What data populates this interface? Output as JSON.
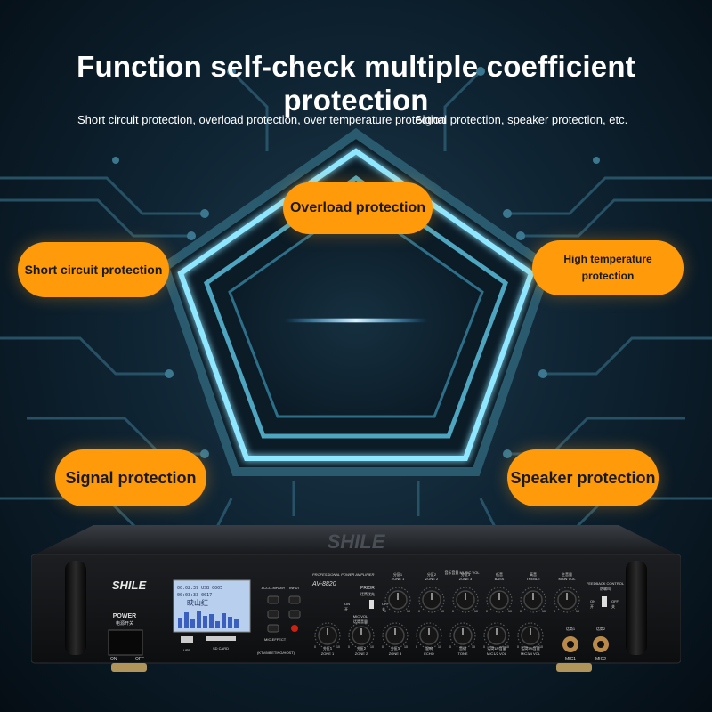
{
  "headline": "Function self-check multiple coefficient protection",
  "subtitle_left": "Short circuit protection, overload protection, over temperature protection",
  "subtitle_right": "Signal protection, speaker protection, etc.",
  "badges": {
    "overload": "Overload protection",
    "short_circuit": "Short circuit protection",
    "high_temp_line1": "High temperature",
    "high_temp_line2": "protection",
    "signal": "Signal protection",
    "speaker": "Speaker protection"
  },
  "amplifier": {
    "brand": "SHILE",
    "series": "PROFESSIONAL POWER AMPLIFIER",
    "model": "AV-8820",
    "power_label": "POWER",
    "power_label_cn": "电源开关",
    "on": "ON",
    "off": "OFF",
    "on_cn": "开",
    "off_cn": "关",
    "display_line1": "00:02:39 USB 0005",
    "display_line2": "00:03:33 0017",
    "display_song": "映山红",
    "usb_label": "USB",
    "sd_label": "SD CARD",
    "source_labels": [
      "ACCO-MPANY",
      "INPUT",
      "MIC-EFFECT"
    ],
    "mode_label": "(KTV/MEETING/HOST)",
    "prior_label": "PRIOR",
    "prior_cn": "话筒优先",
    "music_vol_label": "音乐音量 MUSIC VOL",
    "mic_vol_label": "MIC VOL",
    "mic_vol_cn": "话筒音量",
    "top_knobs": [
      "ZONE 1",
      "ZONE 2",
      "ZONE 3",
      "BASS",
      "TREBLE",
      "MAIN VOL"
    ],
    "top_knobs_cn": [
      "分区1",
      "分区2",
      "分区3",
      "低音",
      "高音",
      "主音量"
    ],
    "bottom_knobs": [
      "ZONE 1",
      "ZONE 2",
      "ZONE 3",
      "ECHO",
      "TONE",
      "MIC1/2 VOL",
      "MIC3/4 VOL"
    ],
    "bottom_knobs_cn": [
      "分区1",
      "分区2",
      "分区3",
      "混响",
      "音调",
      "话筒1/2音量",
      "话筒3/4音量"
    ],
    "feedback_label": "FEEDBACK CONTROL",
    "feedback_cn": "防啸叫",
    "mic_jacks": [
      "MIC1",
      "MIC2"
    ],
    "mic_jacks_cn": [
      "话筒1",
      "话筒2"
    ],
    "min_mark": "0",
    "max_mark": "10"
  },
  "colors": {
    "accent": "#ff9a0a",
    "background": "#0f2433",
    "glow": "#7fe3ff",
    "display": "#b9cfee"
  }
}
